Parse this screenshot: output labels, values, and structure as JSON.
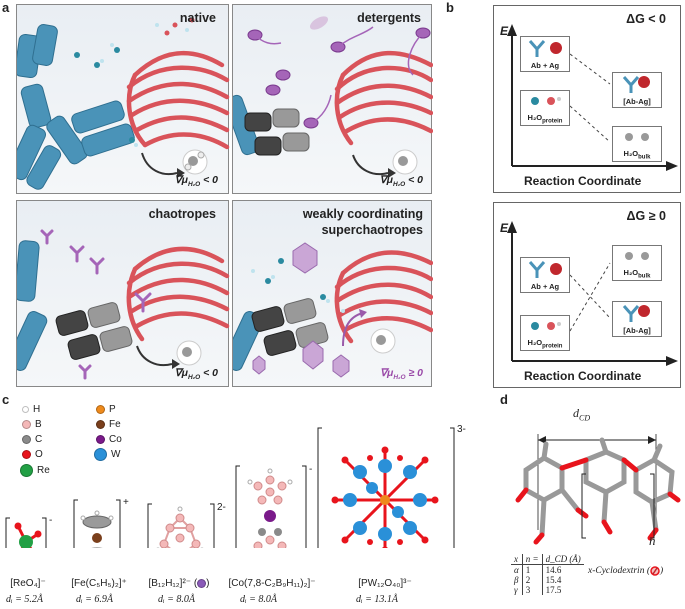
{
  "panel_a": {
    "label": "a",
    "native": {
      "title": "native",
      "mu": "∇μ",
      "mu_sub": "H₂O",
      "mu_rel": " < 0"
    },
    "detergents": {
      "title": "detergents",
      "mu": "∇μ",
      "mu_sub": "H₂O",
      "mu_rel": " < 0"
    },
    "chaotropes": {
      "title": "chaotropes",
      "mu": "∇μ",
      "mu_sub": "H₂O",
      "mu_rel": " < 0"
    },
    "superchaotropes": {
      "title_line1": "weakly coordinating",
      "title_line2": "superchaotropes",
      "mu": "∇μ",
      "mu_sub": "H₂O",
      "mu_rel": " ≥ 0"
    }
  },
  "panel_b": {
    "label": "b",
    "top": {
      "title": "ΔG < 0",
      "y_axis": "E",
      "x_axis": "Reaction Coordinate",
      "ab_ag": "Ab + Ag",
      "complex": "[Ab-Ag]",
      "water_protein": "H₂O",
      "water_protein_sub": "protein",
      "water_bulk": "H₂O",
      "water_bulk_sub": "bulk"
    },
    "bottom": {
      "title": "ΔG ≥ 0",
      "y_axis": "E",
      "x_axis": "Reaction Coordinate",
      "ab_ag": "Ab + Ag",
      "complex": "[Ab-Ag]",
      "water_protein": "H₂O",
      "water_protein_sub": "protein",
      "water_bulk": "H₂O",
      "water_bulk_sub": "bulk"
    }
  },
  "panel_c": {
    "label": "c",
    "legend": [
      {
        "symbol": "H",
        "color": "#ffffff"
      },
      {
        "symbol": "B",
        "color": "#f4b8b8"
      },
      {
        "symbol": "C",
        "color": "#8a8a8a"
      },
      {
        "symbol": "O",
        "color": "#e8141c"
      },
      {
        "symbol": "Re",
        "color": "#22a045"
      },
      {
        "symbol": "P",
        "color": "#ee8a1c"
      },
      {
        "symbol": "Fe",
        "color": "#7a3f1c"
      },
      {
        "symbol": "Co",
        "color": "#7a1a8a"
      },
      {
        "symbol": "W",
        "color": "#2a90d8"
      }
    ],
    "compounds": [
      {
        "name": "[ReO₄]⁻",
        "charge": "-",
        "di": "dᵢ = 5.2Å"
      },
      {
        "name": "[Fe(C₅H₅)₂]⁺",
        "charge": "+",
        "di": "dᵢ = 6.9Å"
      },
      {
        "name": "[B₁₂H₁₂]²⁻ (",
        "name_tail": ")",
        "charge": "2-",
        "di": "dᵢ = 8.0Å"
      },
      {
        "name": "[Co(7,8-C₂B₉H₁₁)₂]⁻",
        "charge": "-",
        "di": "dᵢ = 8.0Å"
      },
      {
        "name": "[PW₁₂O₄₀]³⁻",
        "charge": "3-",
        "di": "dᵢ = 13.1Å"
      }
    ]
  },
  "panel_d": {
    "label": "d",
    "dim": "d",
    "dim_sub": "CD",
    "n": "n",
    "caption": "x-Cyclodextrin (",
    "caption_tail": ")",
    "table_header": [
      "x",
      "n =",
      "d_CD (Å)"
    ],
    "table_rows": [
      [
        "α",
        "1",
        "14.6"
      ],
      [
        "β",
        "2",
        "15.4"
      ],
      [
        "γ",
        "3",
        "17.5"
      ]
    ]
  }
}
